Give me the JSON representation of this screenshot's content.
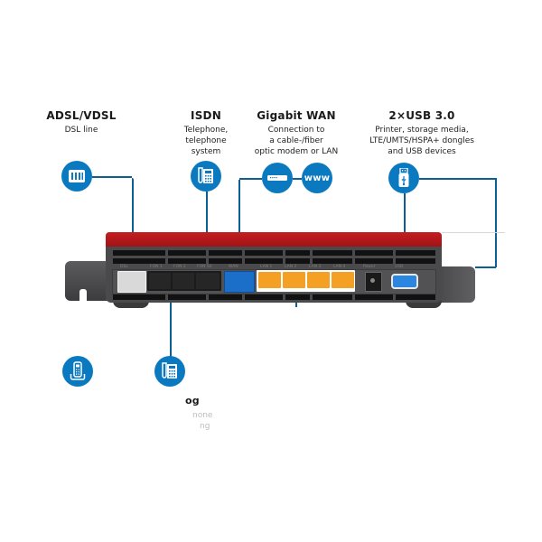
{
  "labels": {
    "adsl": {
      "title": "ADSL/VDSL",
      "desc": "DSL line"
    },
    "isdn": {
      "title": "ISDN",
      "desc": "Telephone,\ntelephone\nsystem"
    },
    "wan": {
      "title": "Gigabit WAN",
      "desc": "Connection to\na cable-/fiber\noptic modem or LAN"
    },
    "usb": {
      "title": "2×USB 3.0",
      "desc": "Printer, storage media,\nLTE/UMTS/HSPA+ dongles\nand USB devices"
    },
    "analog": {
      "title": "og",
      "desc_line1": "none",
      "desc_line2": "ng"
    }
  },
  "icons": {
    "adsl": "dsl-splitter-icon",
    "isdn": "desk-phone-icon",
    "wan_modem": "modem-icon",
    "wan_www": "www-icon",
    "usb": "usb-stick-icon",
    "dect": "cordless-phone-icon",
    "analog": "desk-phone-icon"
  },
  "icon_text": {
    "www": "www"
  },
  "router": {
    "port_labels": [
      "DSL",
      "FON 1",
      "FON 2",
      "FON S0",
      "WAN",
      "LAN 1",
      "LAN 2",
      "LAN 3",
      "LAN 4",
      "Power",
      "USB"
    ]
  },
  "colors": {
    "accent_blue": "#0a79c0",
    "router_red": "#c51d20",
    "router_gray": "#4a4a4c",
    "lan_orange": "#f3a024",
    "wan_blue": "#1c6fc9"
  }
}
